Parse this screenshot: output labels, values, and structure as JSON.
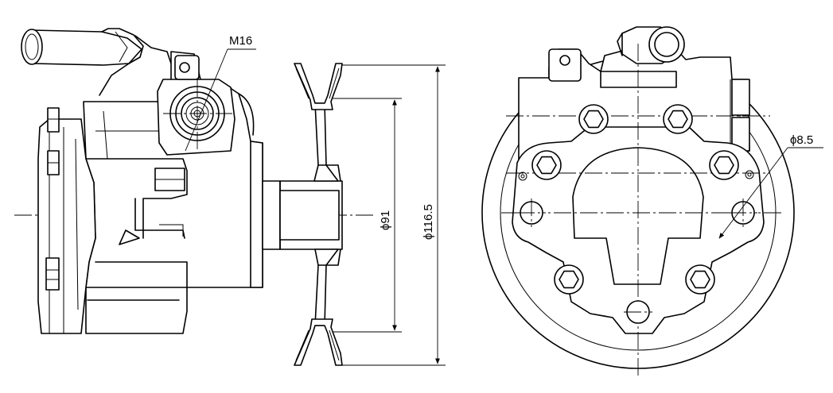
{
  "labels": {
    "thread": "M16",
    "inner_diameter": "ϕ91",
    "outer_diameter": "ϕ116.5",
    "hole_diameter": "ϕ8.5"
  }
}
